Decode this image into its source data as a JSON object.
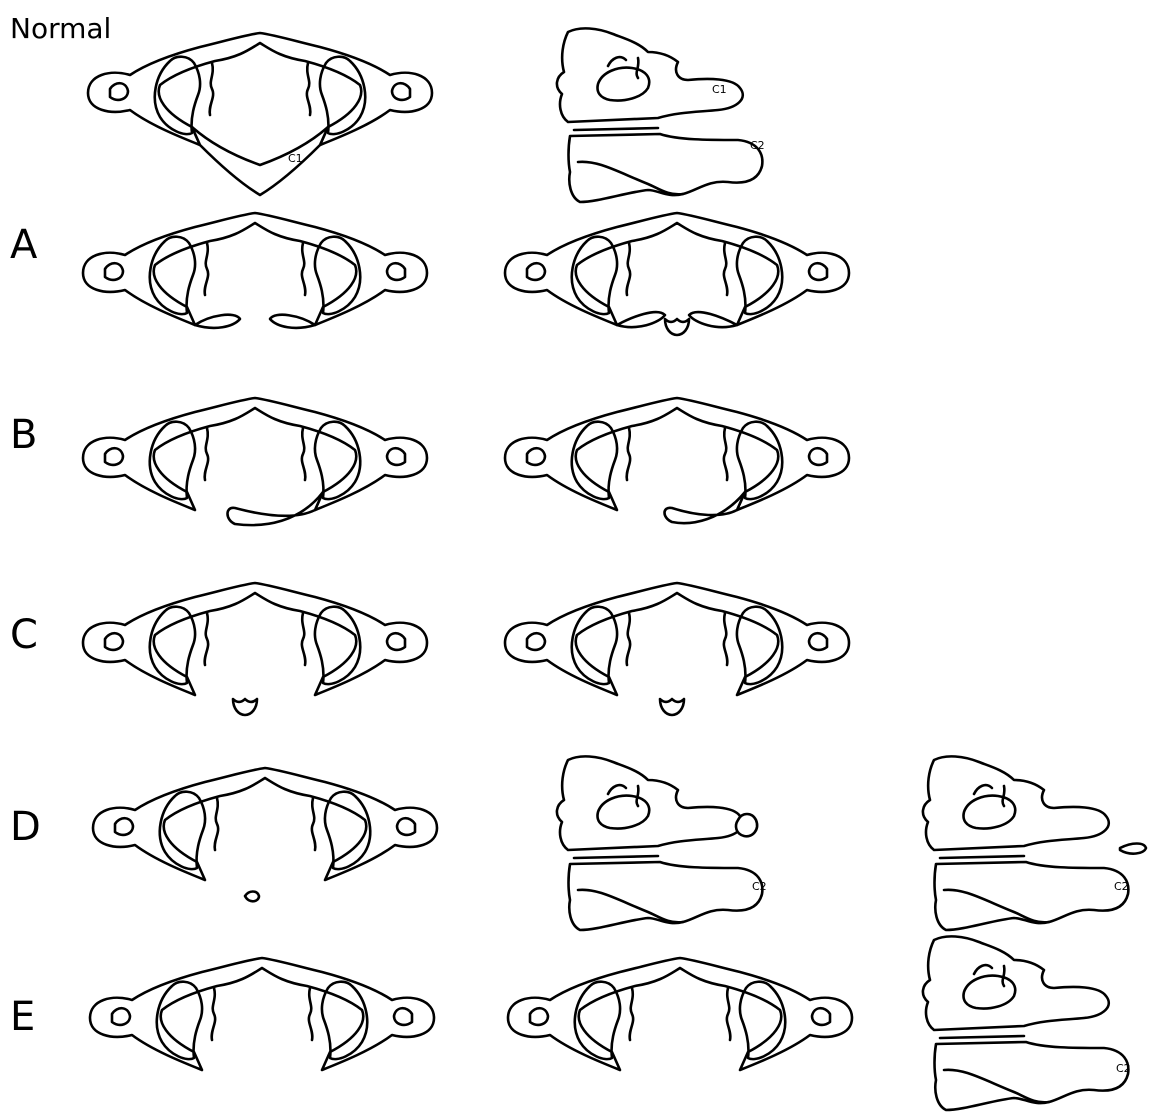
{
  "figure": {
    "title": "Normal",
    "row_labels": [
      "A",
      "B",
      "C",
      "D",
      "E"
    ],
    "vertebra_labels": {
      "c1": "C1",
      "c2": "C2"
    },
    "stroke_color": "#000000",
    "background_color": "#ffffff"
  }
}
